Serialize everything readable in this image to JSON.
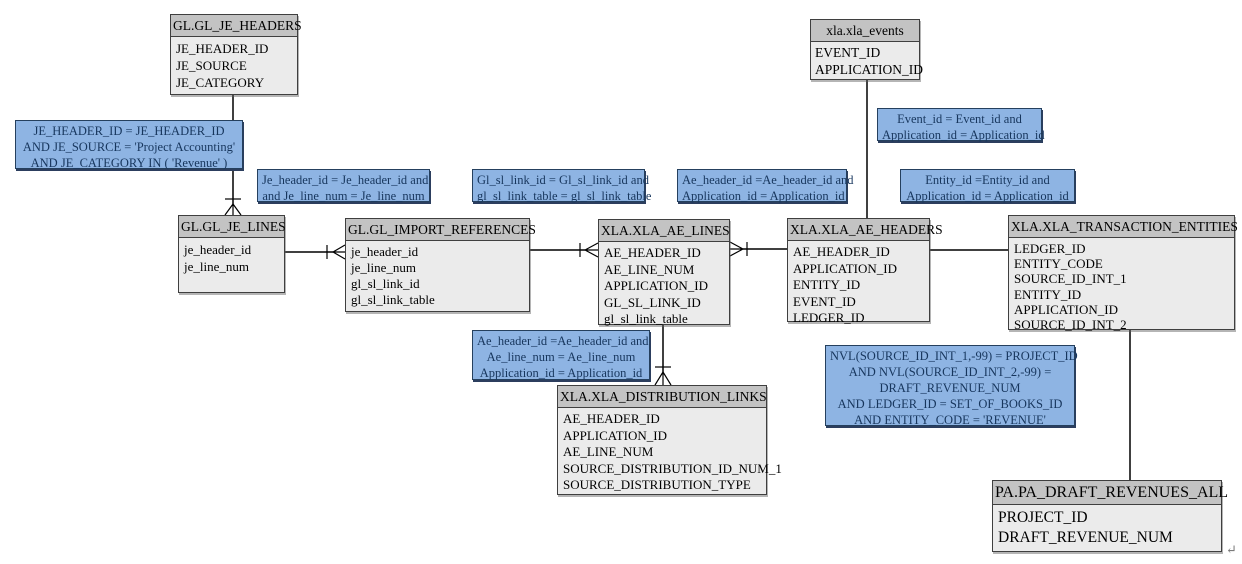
{
  "diagram": {
    "tables": [
      {
        "title": "GL.GL_JE_HEADERS",
        "fields": [
          "JE_HEADER_ID",
          "JE_SOURCE",
          "JE_CATEGORY"
        ]
      },
      {
        "title": "GL.GL_JE_LINES",
        "fields": [
          "je_header_id",
          "je_line_num"
        ]
      },
      {
        "title": "GL.GL_IMPORT_REFERENCES",
        "fields": [
          "je_header_id",
          "je_line_num",
          "gl_sl_link_id",
          "gl_sl_link_table"
        ]
      },
      {
        "title": "XLA.XLA_AE_LINES",
        "fields": [
          "AE_HEADER_ID",
          "AE_LINE_NUM",
          "APPLICATION_ID",
          "GL_SL_LINK_ID",
          "gl_sl_link_table"
        ]
      },
      {
        "title": "XLA.XLA_AE_HEADERS",
        "fields": [
          "AE_HEADER_ID",
          "APPLICATION_ID",
          "ENTITY_ID",
          "EVENT_ID",
          "LEDGER_ID"
        ]
      },
      {
        "title": "xla.xla_events",
        "fields": [
          "EVENT_ID",
          "APPLICATION_ID"
        ]
      },
      {
        "title": "XLA.XLA_TRANSACTION_ENTITIES",
        "fields": [
          "LEDGER_ID",
          "ENTITY_CODE",
          "SOURCE_ID_INT_1",
          "ENTITY_ID",
          "APPLICATION_ID",
          "SOURCE_ID_INT_2"
        ]
      },
      {
        "title": "XLA.XLA_DISTRIBUTION_LINKS",
        "fields": [
          "AE_HEADER_ID",
          "APPLICATION_ID",
          "AE_LINE_NUM",
          "SOURCE_DISTRIBUTION_ID_NUM_1",
          "SOURCE_DISTRIBUTION_TYPE"
        ]
      },
      {
        "title": "PA.PA_DRAFT_REVENUES_ALL",
        "fields": [
          "PROJECT_ID",
          "DRAFT_REVENUE_NUM"
        ]
      }
    ],
    "annotations": [
      {
        "lines": [
          "JE_HEADER_ID = JE_HEADER_ID",
          "AND JE_SOURCE = 'Project Accounting'",
          "AND JE_CATEGORY IN ( 'Revenue' )"
        ]
      },
      {
        "lines": [
          "Je_header_id = Je_header_id and",
          "and Je_line_num =  Je_line_num"
        ]
      },
      {
        "lines": [
          "Gl_sl_link_id = Gl_sl_link_id and",
          "gl_sl_link_table = gl_sl_link_table"
        ]
      },
      {
        "lines": [
          "Ae_header_id =Ae_header_id and",
          "Application_id = Application_id"
        ]
      },
      {
        "lines": [
          "Event_id = Event_id and",
          "Application_id = Application_id"
        ]
      },
      {
        "lines": [
          "Entity_id =Entity_id and",
          "Application_id = Application_id"
        ]
      },
      {
        "lines": [
          "Ae_header_id =Ae_header_id and",
          "Ae_line_num = Ae_line_num",
          "Application_id = Application_id"
        ]
      },
      {
        "lines": [
          "NVL(SOURCE_ID_INT_1,-99) = PROJECT_ID",
          "AND NVL(SOURCE_ID_INT_2,-99) =",
          "DRAFT_REVENUE_NUM",
          "AND LEDGER_ID = SET_OF_BOOKS_ID",
          "AND ENTITY_CODE = 'REVENUE'"
        ]
      }
    ],
    "colors": {
      "table_header_bg": "#c3c3c3",
      "table_body_bg": "#ebebeb",
      "table_border": "#3f3f3f",
      "annotation_bg": "#8eb4e3",
      "annotation_border": "#25405e",
      "annotation_text": "#17365d",
      "line": "#000000"
    },
    "trailing_mark": "↵"
  }
}
